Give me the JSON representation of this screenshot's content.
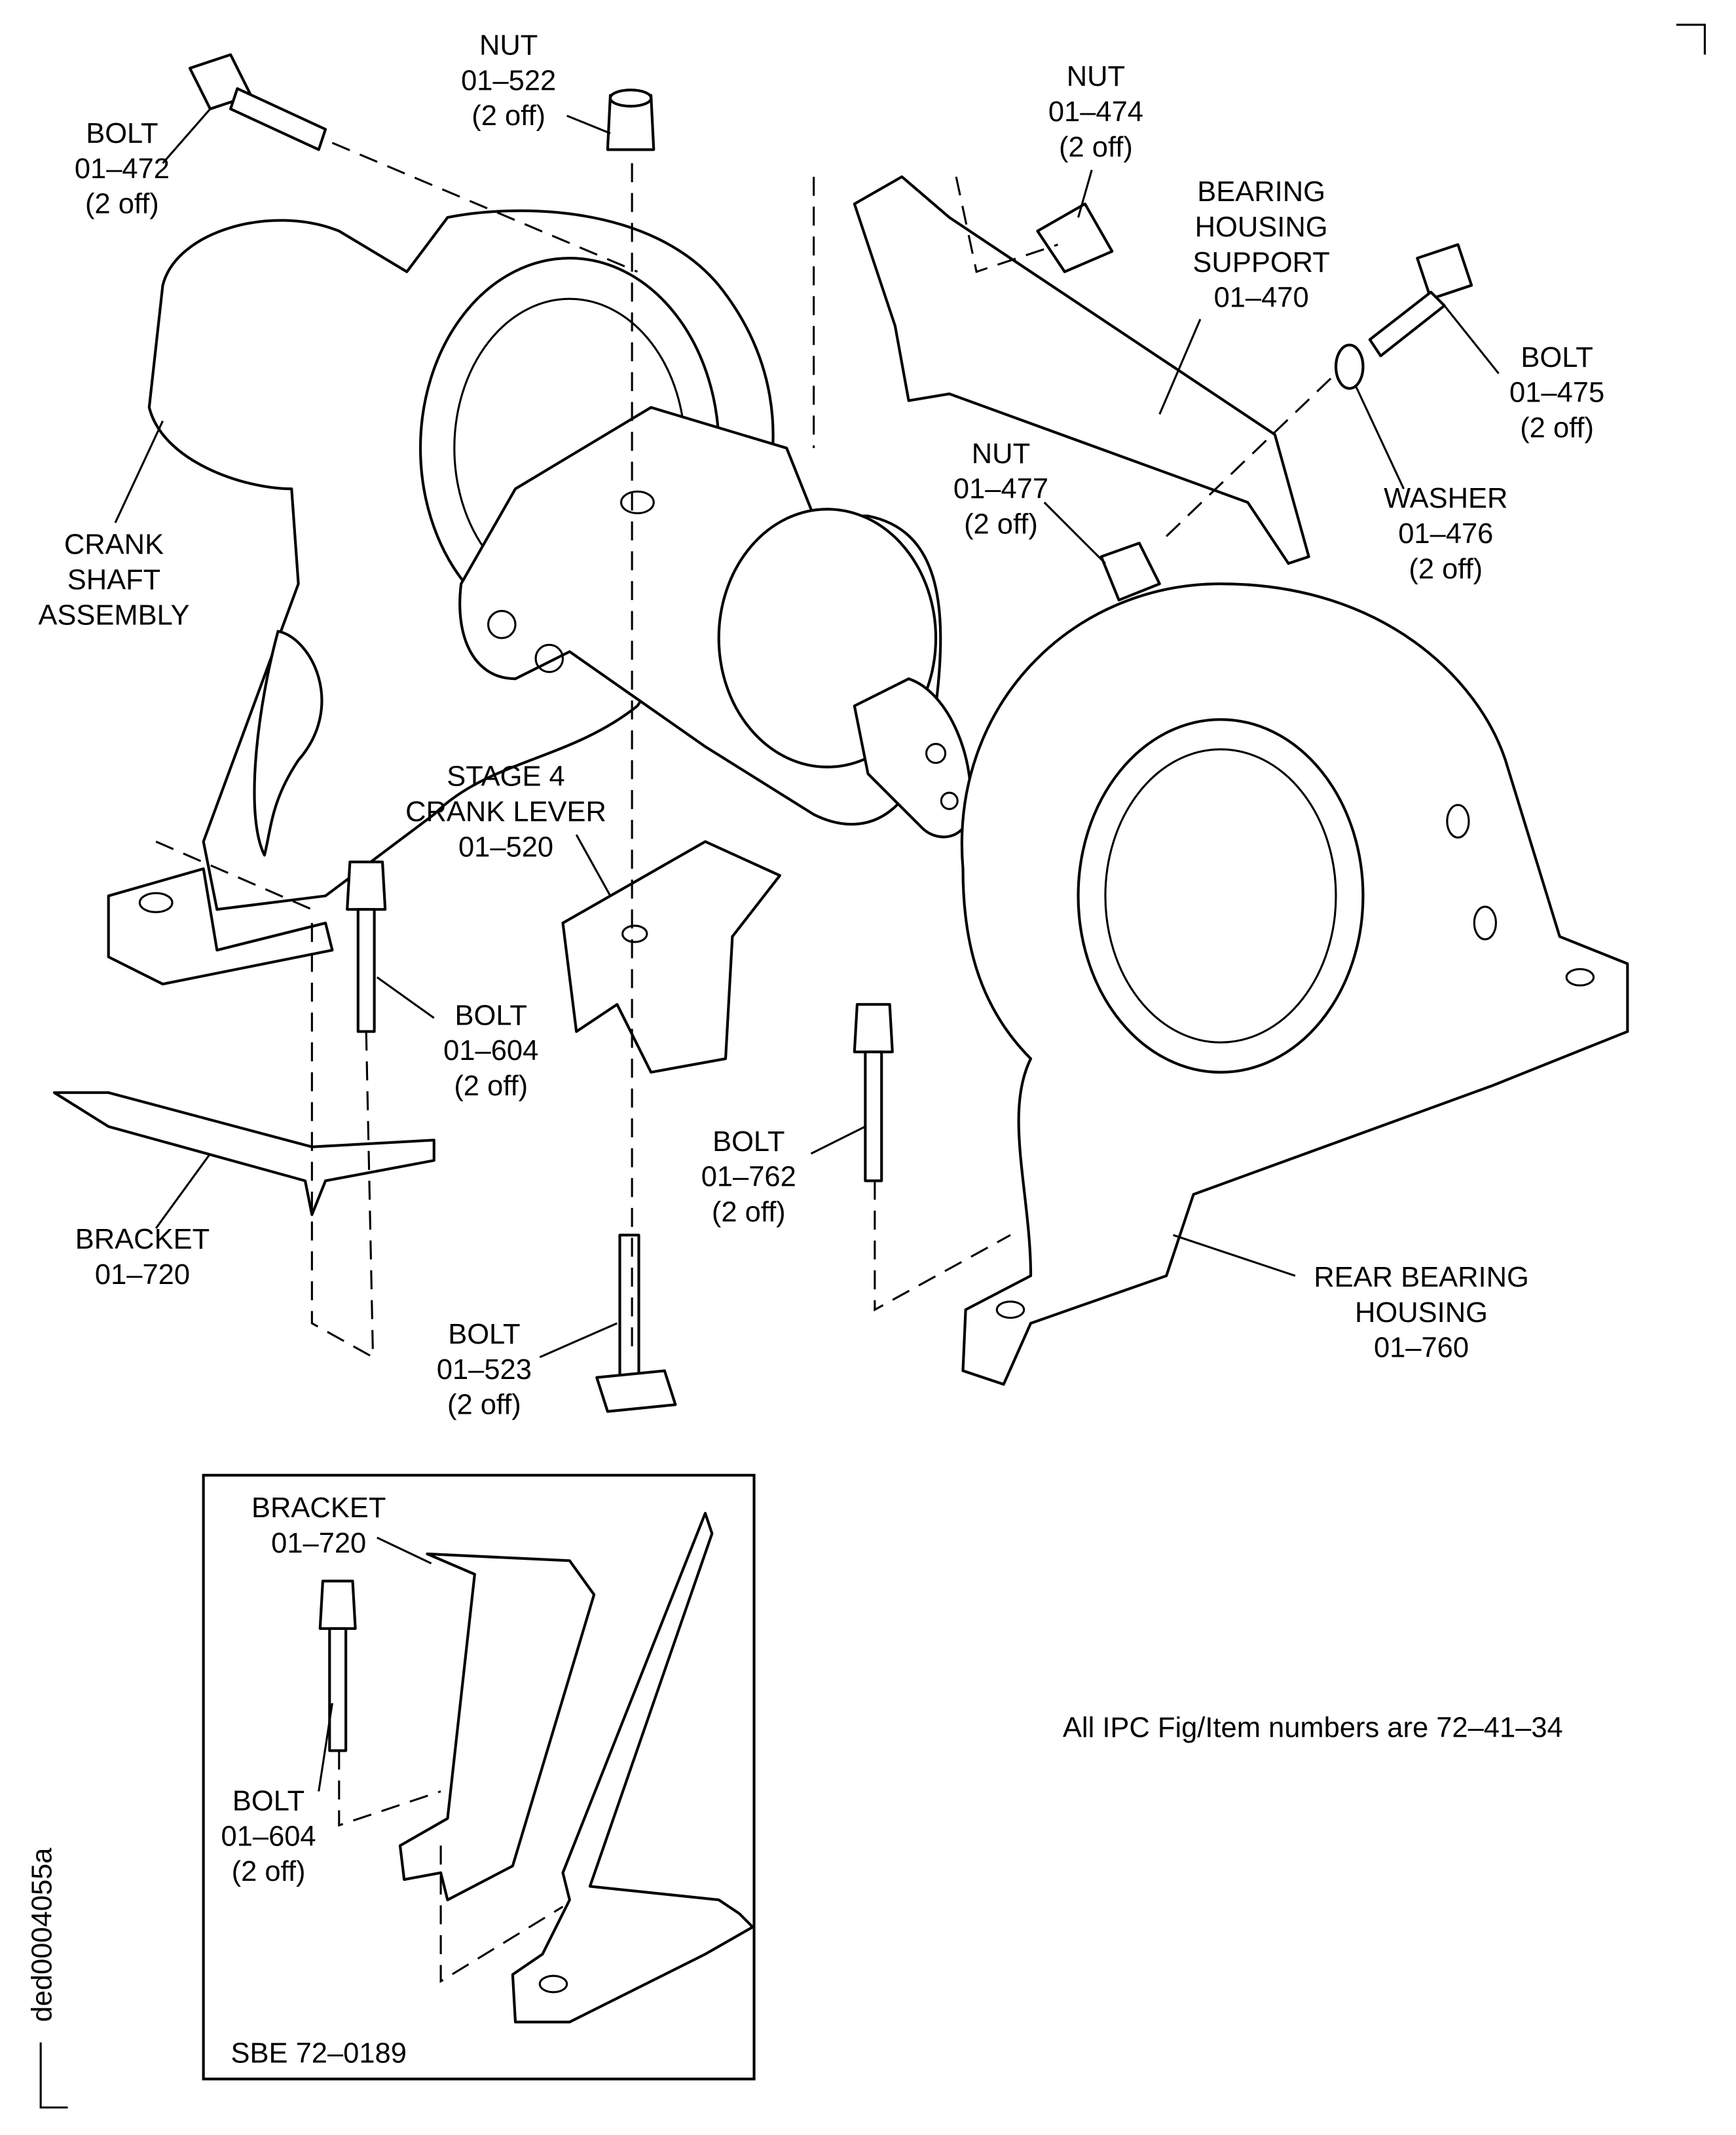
{
  "labels": {
    "nut_522": {
      "lines": [
        "NUT",
        "01–522",
        "(2 off)"
      ]
    },
    "bolt_472": {
      "lines": [
        "BOLT",
        "01–472",
        "(2 off)"
      ]
    },
    "nut_474": {
      "lines": [
        "NUT",
        "01–474",
        "(2 off)"
      ]
    },
    "support_470": {
      "lines": [
        "BEARING",
        "HOUSING",
        "SUPPORT",
        "01–470"
      ]
    },
    "bolt_475": {
      "lines": [
        "BOLT",
        "01–475",
        "(2 off)"
      ]
    },
    "nut_477": {
      "lines": [
        "NUT",
        "01–477",
        "(2 off)"
      ]
    },
    "washer_476": {
      "lines": [
        "WASHER",
        "01–476",
        "(2 off)"
      ]
    },
    "crankshaft": {
      "lines": [
        "CRANK",
        "SHAFT",
        "ASSEMBLY"
      ]
    },
    "lever_520": {
      "lines": [
        "STAGE 4",
        "CRANK LEVER",
        "01–520"
      ]
    },
    "bolt_604": {
      "lines": [
        "BOLT",
        "01–604",
        "(2 off)"
      ]
    },
    "bolt_762": {
      "lines": [
        "BOLT",
        "01–762",
        "(2 off)"
      ]
    },
    "bracket_720": {
      "lines": [
        "BRACKET",
        "01–720"
      ]
    },
    "housing_760": {
      "lines": [
        "REAR BEARING",
        "HOUSING",
        "01–760"
      ]
    },
    "bolt_523": {
      "lines": [
        "BOLT",
        "01–523",
        "(2 off)"
      ]
    },
    "inset_bracket_720": {
      "lines": [
        "BRACKET",
        "01–720"
      ]
    },
    "inset_bolt_604": {
      "lines": [
        "BOLT",
        "01–604",
        "(2 off)"
      ]
    }
  },
  "inset_title": "SBE 72–0189",
  "note": "All IPC Fig/Item numbers are 72–41–34",
  "drawing_id": "ded0004055a"
}
